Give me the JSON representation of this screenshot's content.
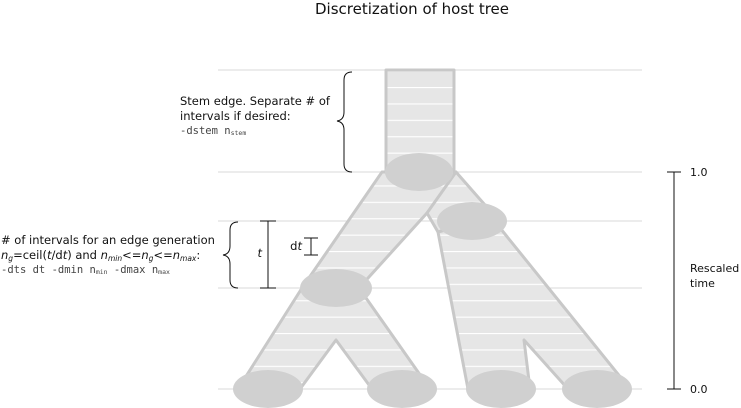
{
  "title": "Discretization of host tree",
  "stem_note": {
    "line1": "Stem edge. Separate # of",
    "line2": "intervals if desired:",
    "cmd": "-dstem n",
    "cmd_sub": "stem"
  },
  "gen_note": {
    "line1": "# of intervals for an edge generation",
    "line2_parts": [
      "n",
      "g",
      "=ceil(",
      "t",
      "/d",
      "t",
      ") and ",
      "n",
      "min",
      "<=",
      "n",
      "g",
      "<=",
      "n",
      "max",
      ":"
    ],
    "cmd_parts": [
      "-dts dt  -dmin n",
      "min",
      "  -dmax n",
      "max"
    ]
  },
  "t_label": "t",
  "dt_label_d": "d",
  "dt_label_t": "t",
  "time_axis": {
    "label_line1": "Rescaled",
    "label_line2": "time",
    "top_tick": "1.0",
    "bottom_tick": "0.0"
  },
  "colors": {
    "branch_fill": "#e6e6e6",
    "branch_stroke": "#c8c8c8",
    "node_fill": "#d0d0d0",
    "gridline": "#d9d9d9",
    "interval_line": "#ffffff",
    "axis": "#111111"
  }
}
